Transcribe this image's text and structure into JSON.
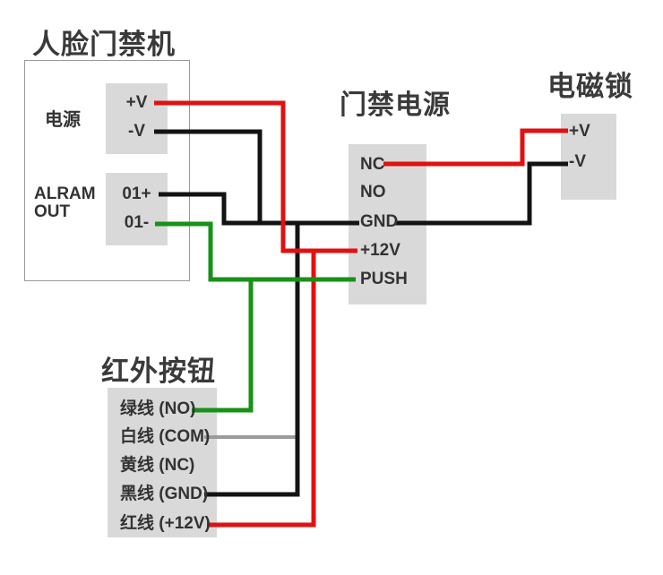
{
  "diagram": {
    "kind": "access-control-wiring-diagram"
  },
  "colors": {
    "wire_red": "#e01111",
    "wire_green": "#189119",
    "wire_black": "#131313",
    "wire_gray": "#9b9b9b",
    "block_bg": "#d9d9d9",
    "box_border": "#9a9a9a",
    "text": "#333333",
    "title_text": "#3a3a3a",
    "background": "#ffffff"
  },
  "face_machine": {
    "title": "人脸门禁机",
    "power_group": {
      "label": "电源",
      "ports": [
        "+V",
        "-V"
      ]
    },
    "alarm_group": {
      "label_line1": "ALRAM",
      "label_line2": "OUT",
      "ports": [
        "01+",
        "01-"
      ]
    }
  },
  "power_supply": {
    "title": "门禁电源",
    "ports": [
      "NC",
      "NO",
      "GND",
      "+12V",
      "PUSH"
    ]
  },
  "lock": {
    "title": "电磁锁",
    "ports": [
      "+V",
      "-V"
    ]
  },
  "button": {
    "title": "红外按钮",
    "ports": [
      "绿线 (NO)",
      "白线 (COM)",
      "黄线 (NC)",
      "黑线 (GND)",
      "红线 (+12V)"
    ]
  },
  "connections": [
    {
      "wire": "red",
      "from": "人脸门禁机 电源 +V",
      "to": "门禁电源 +12V"
    },
    {
      "wire": "red",
      "from": "门禁电源 +12V",
      "to": "红外按钮 红线 (+12V)"
    },
    {
      "wire": "red",
      "from": "门禁电源 NC",
      "to": "电磁锁 +V"
    },
    {
      "wire": "black",
      "from": "人脸门禁机 电源 -V",
      "to": "门禁电源 GND"
    },
    {
      "wire": "black",
      "from": "人脸门禁机 ALRAM OUT 01+",
      "to": "门禁电源 GND"
    },
    {
      "wire": "black",
      "from": "门禁电源 GND",
      "to": "电磁锁 -V"
    },
    {
      "wire": "black",
      "from": "门禁电源 GND",
      "to": "红外按钮 黑线 (GND)"
    },
    {
      "wire": "gray",
      "from": "红外按钮 白线 (COM)",
      "to": "门禁电源 GND"
    },
    {
      "wire": "green",
      "from": "人脸门禁机 ALRAM OUT 01-",
      "to": "门禁电源 PUSH"
    },
    {
      "wire": "green",
      "from": "门禁电源 PUSH",
      "to": "红外按钮 绿线 (NO)"
    }
  ]
}
